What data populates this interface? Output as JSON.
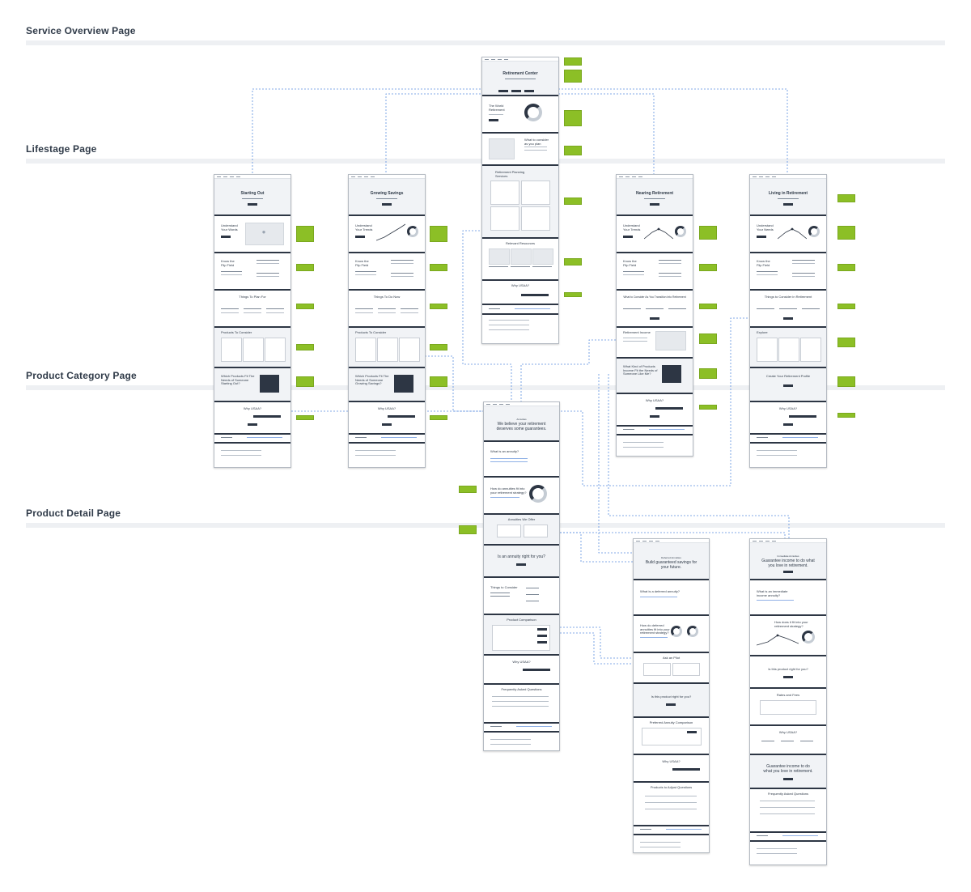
{
  "sections": [
    {
      "title": "Service Overview Page"
    },
    {
      "title": "Lifestage Page"
    },
    {
      "title": "Product Category Page"
    },
    {
      "title": "Product Detail Page"
    }
  ],
  "colors": {
    "note": "#8cbf26",
    "connector": "#5b8fe0",
    "band": "#eef0f3",
    "rule": "#2d3644"
  },
  "pages": {
    "retirement_center": {
      "hero": "Retirement Center",
      "s2": "The World\nRetirement",
      "s3": "What to consider\nas you plan",
      "s4": "Retirement Planning\nServices",
      "s5": "Relevant Resources",
      "s6": "Why USAA?"
    },
    "starting_out": {
      "hero": "Starting Out",
      "s2": "Understand\nYour Words",
      "s3": "Know the\nFlip Field",
      "s4": "Things To Plan For",
      "s5": "Products To Consider",
      "s6": "Which Products Fit The\nNeeds of Someone\nStarting Out?",
      "s7": "Why USAA?"
    },
    "growing_savings": {
      "hero": "Growing Savings",
      "s2": "Understand\nYour Trends",
      "s3": "Know the\nFlip Field",
      "s4": "Things To Do Now",
      "s5": "Products To Consider",
      "s6": "Which Products Fit The\nNeeds of Someone\nGrowing Savings?",
      "s7": "Why USAA?"
    },
    "nearing_retirement": {
      "hero": "Nearing Retirement",
      "s2": "Understand\nYour Trends",
      "s3": "Know the\nFlip Field",
      "s4": "What to Consider As You Transition Into Retirement",
      "s5": "Retirement Income",
      "s6": "What Kind of Products\nIncome Fit the Needs of\nSomeone Like Me?",
      "s7": "Why USAA?"
    },
    "living_in_retirement": {
      "hero": "Living in Retirement",
      "s2": "Understand\nYour Needs",
      "s3": "Know the\nFlip Field",
      "s4": "Things to Consider in Retirement",
      "s5": "Explore",
      "s6": "Create Your Retirement Profile",
      "s7": "Why USAA?"
    },
    "product_category": {
      "eyebrow": "Annuities",
      "hero": "We believe your retirement\ndeserves some guarantees.",
      "s2": "What is an annuity?",
      "s3": "How do annuities fit into\nyour retirement strategy?",
      "s4": "Annuities We Offer",
      "s5": "Is an annuity right for you?",
      "s6": "Things to Consider",
      "s7": "Product Comparison",
      "s8": "Why USAA?",
      "s9": "Frequently Asked Questions"
    },
    "deferred_annuity": {
      "eyebrow": "Deferred Annuities",
      "hero": "Build guaranteed savings for\nyour future.",
      "s2": "What is a deferred annuity?",
      "s3": "How do deferred\nannuities fit into your\nretirement strategy?",
      "s4": "Ask an Pilot",
      "s5": "Is this product right for you?",
      "s6": "Preferred Annuity Comparison",
      "s7": "Why USAA?",
      "s8": "Products to Adjust Questions"
    },
    "immediate_annuity": {
      "eyebrow": "Immediate Annuities",
      "hero": "Guarantee income to do what\nyou love in retirement.",
      "s2": "What is an immediate\nincome annuity?",
      "s3": "How does it fit into your\nretirement strategy?",
      "s4": "Is this product right for you?",
      "s5": "Rates and Fees",
      "s6": "Why USAA?",
      "s7": "Guarantee income to do\nwhat you love in retirement.",
      "s8": "Frequently Asked Questions"
    }
  }
}
